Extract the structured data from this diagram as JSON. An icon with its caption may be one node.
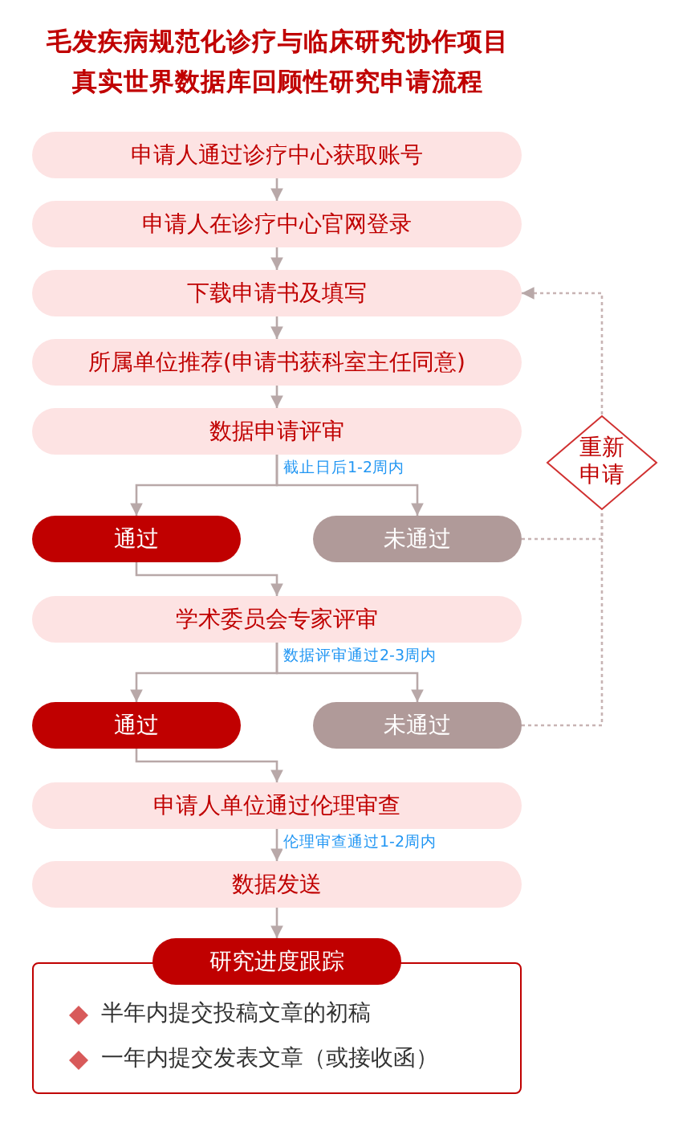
{
  "diagram": {
    "title": "毛发疾病规范化诊疗与临床研究协作项目真实世界数据库回顾性研究申请流程",
    "nodes": [
      {
        "text": [
          "申请人通过诊疗中心获取账号"
        ]
      },
      {
        "text": [
          "申请人在诊疗中心官网登录"
        ]
      },
      {
        "text": [
          "下载申请书及填写"
        ]
      },
      {
        "text": [
          "所属单位推荐(申请书获科室主任同意)"
        ]
      },
      {
        "text": [
          "数据申请评审"
        ]
      },
      {
        "text": [
          "通过"
        ]
      },
      {
        "text": [
          "未通过"
        ]
      },
      {
        "text": [
          "学术委员会专家评审"
        ]
      },
      {
        "text": [
          "通过"
        ]
      },
      {
        "text": [
          "未通过"
        ]
      },
      {
        "text": [
          "申请人单位通过伦理审查"
        ]
      },
      {
        "text": [
          "数据发送"
        ]
      },
      {
        "text": [
          "研究进度跟踪"
        ]
      },
      {
        "text": [
          "半年内提交投稿文章的初稿",
          "一年内提交发表文章（或接收函）"
        ]
      },
      {
        "text": [
          "重新申请"
        ]
      }
    ],
    "edges": [
      {
        "from": 0,
        "to": 1,
        "arrow": "to"
      },
      {
        "from": 1,
        "to": 2,
        "arrow": "to"
      },
      {
        "from": 2,
        "to": 3,
        "arrow": "to"
      },
      {
        "from": 3,
        "to": 4,
        "arrow": "to"
      },
      {
        "from": 4,
        "to": 5,
        "arrow": "to",
        "label": "截止日后1-2周内"
      },
      {
        "from": 4,
        "to": 6,
        "arrow": "to"
      },
      {
        "from": 5,
        "to": 7,
        "arrow": "to"
      },
      {
        "from": 7,
        "to": 8,
        "arrow": "to",
        "label": "数据评审通过2-3周内"
      },
      {
        "from": 7,
        "to": 9,
        "arrow": "to"
      },
      {
        "from": 8,
        "to": 10,
        "arrow": "to"
      },
      {
        "from": 10,
        "to": 11,
        "arrow": "to",
        "label": "伦理审查通过1-2周内"
      },
      {
        "from": 11,
        "to": 12,
        "arrow": "to"
      },
      {
        "from": 6,
        "to": 14,
        "arrow": "none",
        "style": "dashed"
      },
      {
        "from": 9,
        "to": 14,
        "arrow": "none",
        "style": "dashed"
      },
      {
        "from": 14,
        "to": 2,
        "arrow": "to",
        "style": "dashed"
      }
    ]
  }
}
